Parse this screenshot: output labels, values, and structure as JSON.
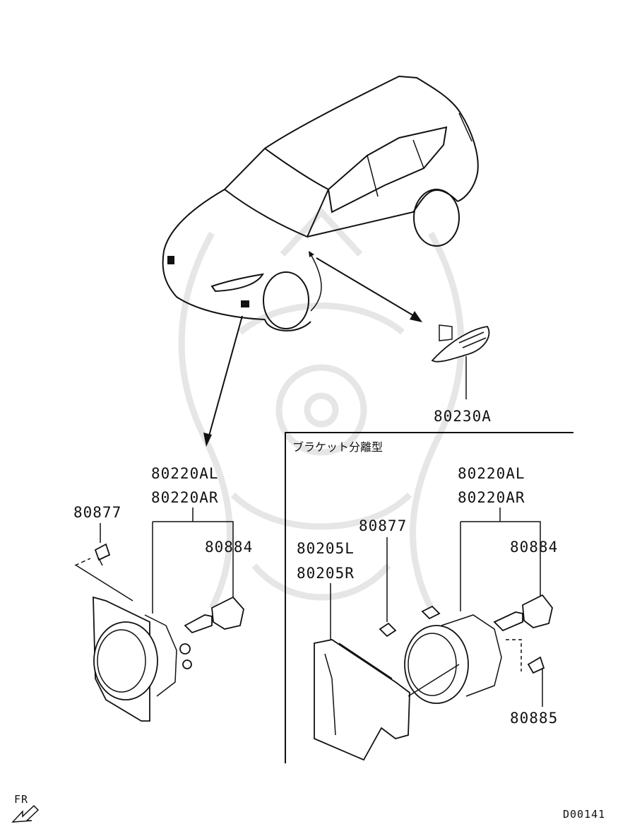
{
  "inset_title": "ブラケット分離型",
  "labels": {
    "side_marker": "80230A",
    "lamp_left_l": "80220AL",
    "lamp_left_r": "80220AR",
    "bolt_left": "80877",
    "bulb_left": "80884",
    "lamp_right_l": "80220AL",
    "lamp_right_r": "80220AR",
    "bolt_right": "80877",
    "bulb_right": "80884",
    "bracket_l": "80205L",
    "bracket_r": "80205R",
    "screw_right": "80885"
  },
  "fr_label": "FR",
  "diagram_code": "D00141"
}
